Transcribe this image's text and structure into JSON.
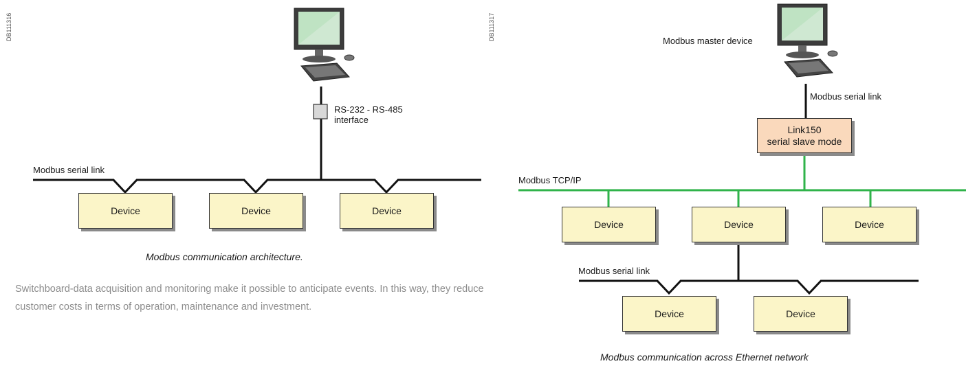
{
  "left_diagram": {
    "ref_code": "DB111316",
    "interface_label_line1": "RS-232 - RS-485",
    "interface_label_line2": "interface",
    "serial_link_label": "Modbus serial link",
    "devices": [
      "Device",
      "Device",
      "Device"
    ],
    "caption": "Modbus communication architecture."
  },
  "right_diagram": {
    "ref_code": "DB111317",
    "master_label": "Modbus master device",
    "serial_link_label_top": "Modbus serial link",
    "gateway_line1": "Link150",
    "gateway_line2": "serial slave mode",
    "tcp_label": "Modbus TCP/IP",
    "tcp_devices": [
      "Device",
      "Device",
      "Device"
    ],
    "serial_link_label_bottom": "Modbus serial link",
    "serial_devices": [
      "Device",
      "Device"
    ],
    "caption": "Modbus communication across Ethernet network"
  },
  "body_text": "Switchboard-data acquisition and monitoring make it possible to anticipate events. In this way, they reduce customer costs in terms of operation, maintenance and investment.",
  "colors": {
    "device_fill": "#fbf5c8",
    "gateway_fill": "#fad9bc",
    "ethernet_line": "#2fb34a",
    "serial_line": "#111111",
    "body_text": "#8c8c8c"
  }
}
